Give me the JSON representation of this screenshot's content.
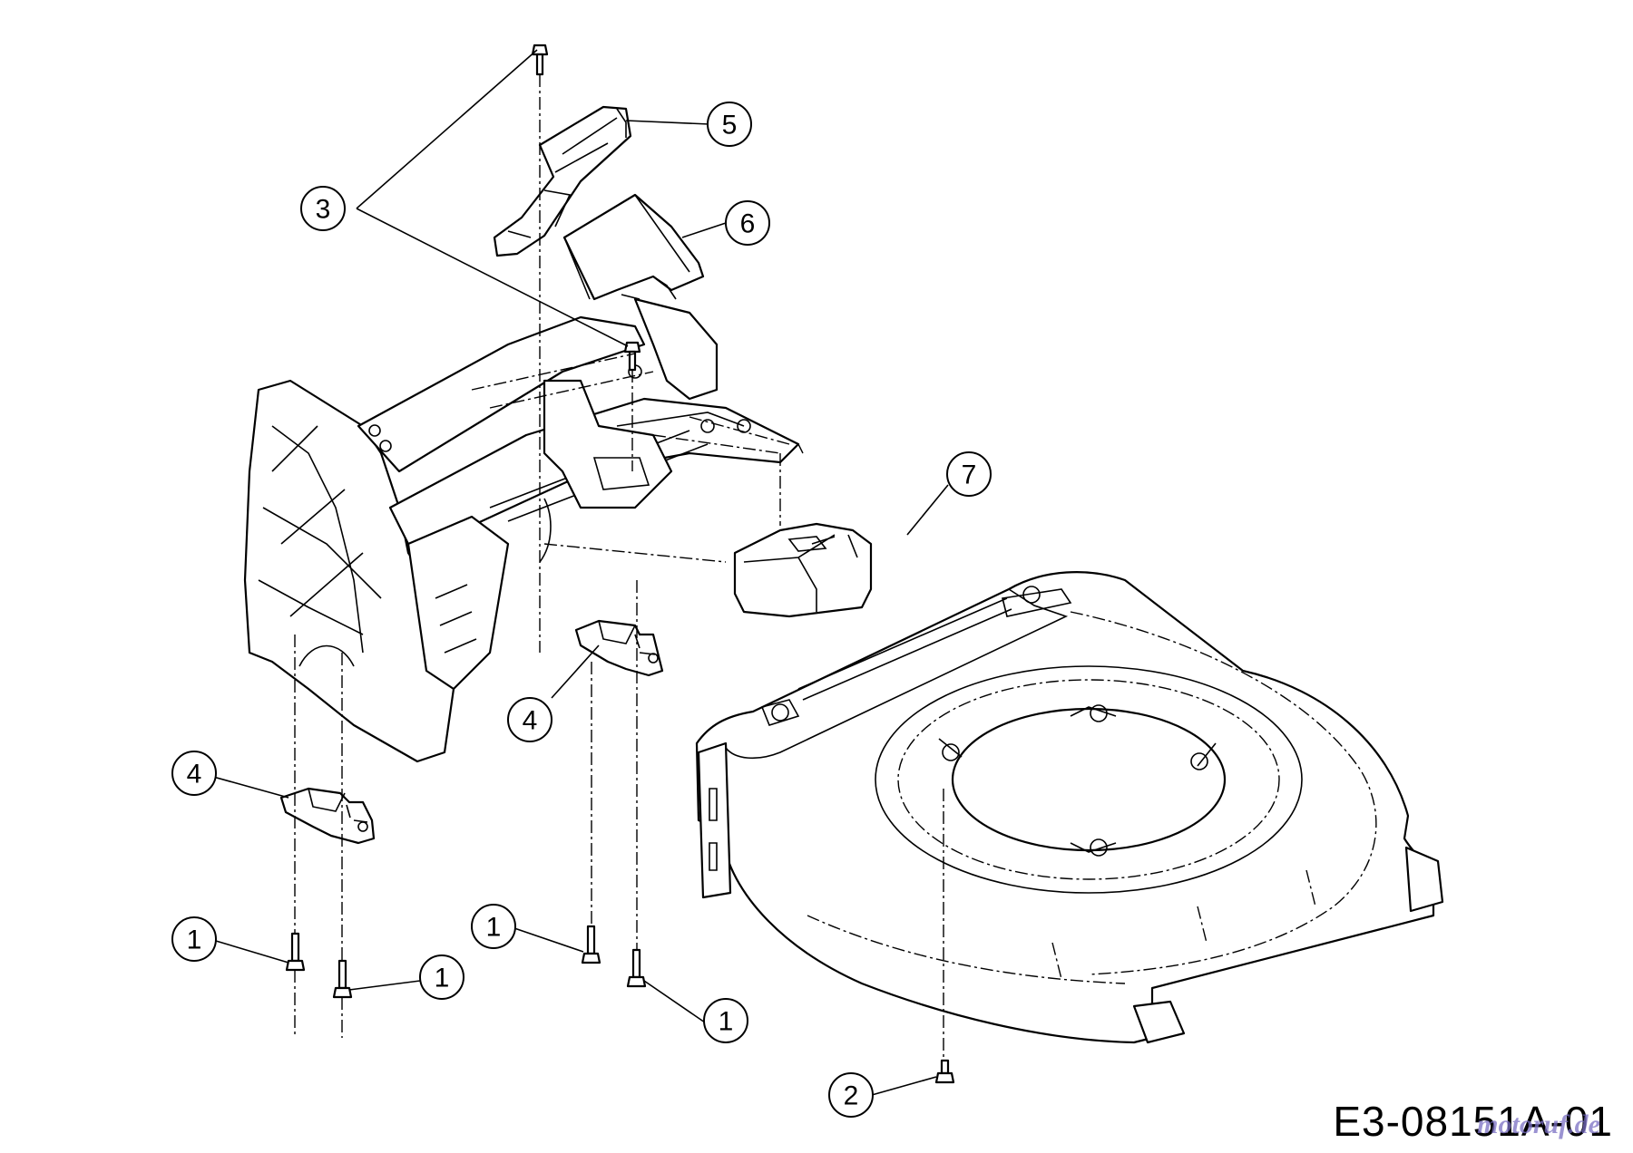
{
  "diagram": {
    "drawing_code": "E3-08151A-01",
    "watermark": "motoruf.de",
    "callouts": [
      {
        "id": "c5",
        "label": "5"
      },
      {
        "id": "c3",
        "label": "3"
      },
      {
        "id": "c6",
        "label": "6"
      },
      {
        "id": "c7",
        "label": "7"
      },
      {
        "id": "c4a",
        "label": "4"
      },
      {
        "id": "c4b",
        "label": "4"
      },
      {
        "id": "c1a",
        "label": "1"
      },
      {
        "id": "c1b",
        "label": "1"
      },
      {
        "id": "c1c",
        "label": "1"
      },
      {
        "id": "c1d",
        "label": "1"
      },
      {
        "id": "c2",
        "label": "2"
      }
    ]
  }
}
